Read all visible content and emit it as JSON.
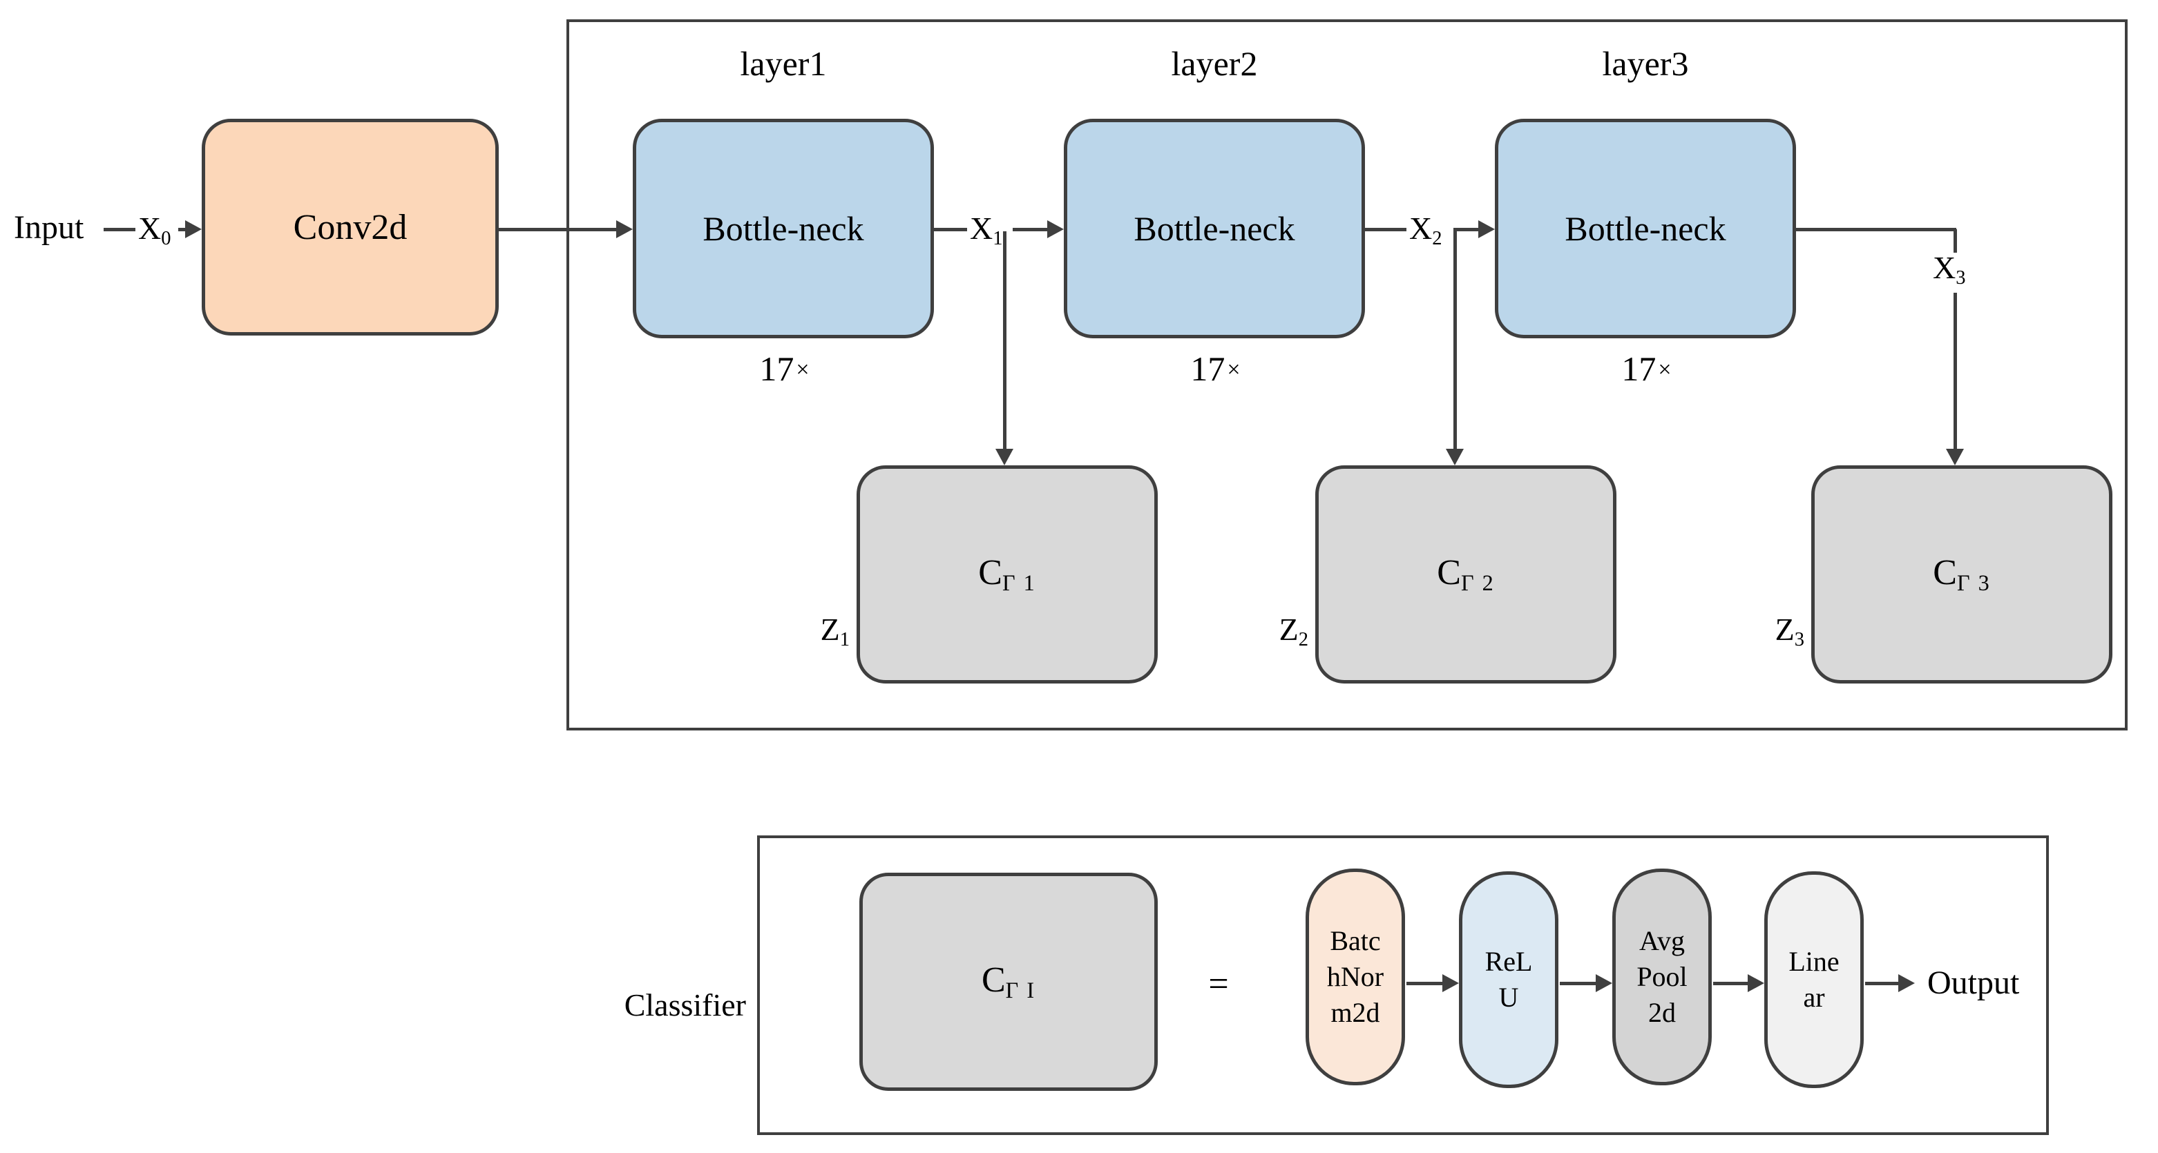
{
  "diagram": {
    "input_label": "Input",
    "x0": {
      "main": "X",
      "sub": "0"
    },
    "conv_label": "Conv2d",
    "layers": [
      {
        "title": "layer1",
        "block_label": "Bottle-neck",
        "repeat_num": "17",
        "repeat_sign": "×",
        "out": {
          "main": "X",
          "sub": "1"
        },
        "cls": {
          "main": "C",
          "sub": "Γ 1"
        },
        "z": {
          "main": "Z",
          "sub": "1"
        }
      },
      {
        "title": "layer2",
        "block_label": "Bottle-neck",
        "repeat_num": "17",
        "repeat_sign": "×",
        "out": {
          "main": "X",
          "sub": "2"
        },
        "cls": {
          "main": "C",
          "sub": "Γ 2"
        },
        "z": {
          "main": "Z",
          "sub": "2"
        }
      },
      {
        "title": "layer3",
        "block_label": "Bottle-neck",
        "repeat_num": "17",
        "repeat_sign": "×",
        "out": {
          "main": "X",
          "sub": "3"
        },
        "cls": {
          "main": "C",
          "sub": "Γ 3"
        },
        "z": {
          "main": "Z",
          "sub": "3"
        }
      }
    ],
    "classifier": {
      "caption": "Classifier",
      "c_box": {
        "main": "C",
        "sub": "Γ I"
      },
      "equals_sign": "=",
      "stages": [
        {
          "name": "BatchNorm2d",
          "lines": [
            "Batc",
            "hNor",
            "m2d"
          ]
        },
        {
          "name": "ReLU",
          "lines": [
            "ReL",
            "U"
          ]
        },
        {
          "name": "AvgPool2d",
          "lines": [
            "Avg",
            "Pool",
            "2d"
          ]
        },
        {
          "name": "Linear",
          "lines": [
            "Line",
            "ar"
          ]
        }
      ],
      "output_label": "Output"
    },
    "colors": {
      "conv_fill": "#fcd7b9",
      "bottleneck_fill": "#bbd6ea",
      "classifier_block_fill": "#d9d9d9",
      "batchnorm_fill": "#fbe7d8",
      "relu_fill": "#dce9f3",
      "avgpool_fill": "#d4d4d4",
      "linear_fill": "#f1f1f1",
      "line_color": "#3f3f3f"
    }
  }
}
